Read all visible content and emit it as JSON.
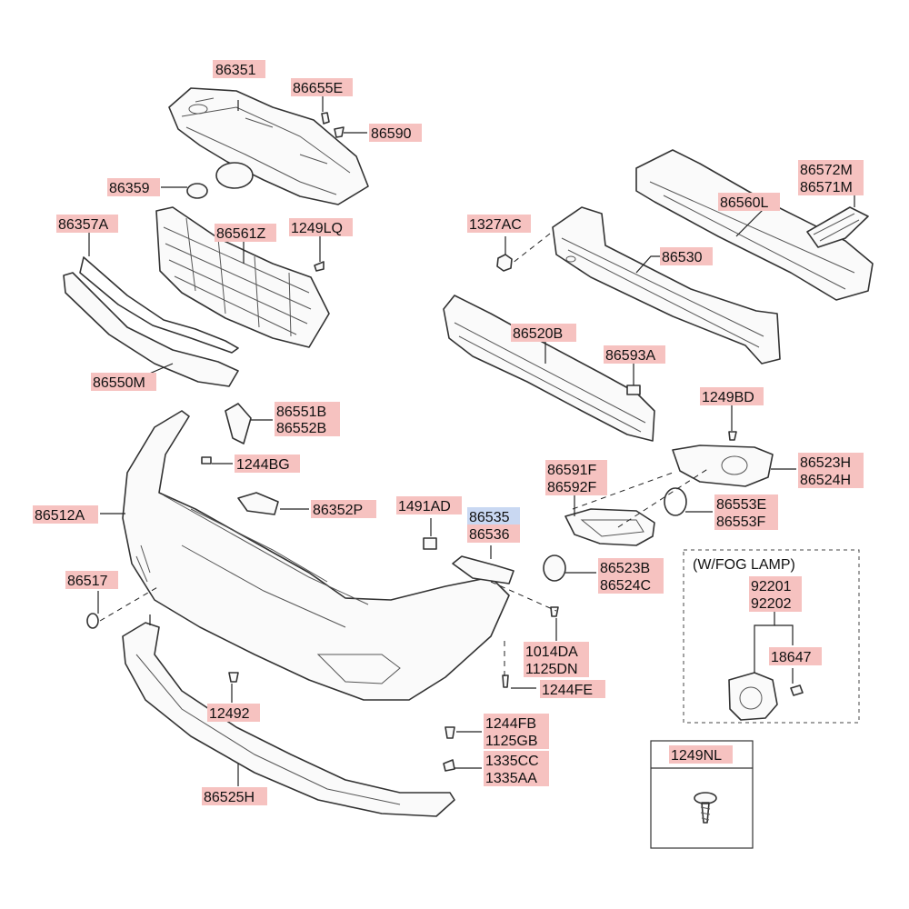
{
  "labels": [
    {
      "id": "l01",
      "text": "86351"
    },
    {
      "id": "l02",
      "text": "86655E"
    },
    {
      "id": "l03",
      "text": "86590"
    },
    {
      "id": "l04",
      "text": "86359"
    },
    {
      "id": "l05",
      "text": "86357A"
    },
    {
      "id": "l06",
      "text": "86561Z"
    },
    {
      "id": "l07",
      "text": "1249LQ"
    },
    {
      "id": "l08",
      "text": "86550M"
    },
    {
      "id": "l09",
      "text": "86572M"
    },
    {
      "id": "l10",
      "text": "86571M"
    },
    {
      "id": "l11",
      "text": "86560L"
    },
    {
      "id": "l12",
      "text": "1327AC"
    },
    {
      "id": "l13",
      "text": "86530"
    },
    {
      "id": "l14",
      "text": "86520B"
    },
    {
      "id": "l15",
      "text": "86593A"
    },
    {
      "id": "l16",
      "text": "1249BD"
    },
    {
      "id": "l17",
      "text": "86551B"
    },
    {
      "id": "l18",
      "text": "86552B"
    },
    {
      "id": "l19",
      "text": "1244BG"
    },
    {
      "id": "l20",
      "text": "86512A"
    },
    {
      "id": "l21",
      "text": "86352P"
    },
    {
      "id": "l22",
      "text": "1491AD"
    },
    {
      "id": "l23",
      "text": "86535",
      "highlight": "blue"
    },
    {
      "id": "l24",
      "text": "86536"
    },
    {
      "id": "l25",
      "text": "86591F"
    },
    {
      "id": "l26",
      "text": "86592F"
    },
    {
      "id": "l27",
      "text": "86523H"
    },
    {
      "id": "l28",
      "text": "86524H"
    },
    {
      "id": "l29",
      "text": "86553E"
    },
    {
      "id": "l30",
      "text": "86553F"
    },
    {
      "id": "l31",
      "text": "86517"
    },
    {
      "id": "l32",
      "text": "86523B"
    },
    {
      "id": "l33",
      "text": "86524C"
    },
    {
      "id": "l34",
      "text": "92201"
    },
    {
      "id": "l35",
      "text": "92202"
    },
    {
      "id": "l36",
      "text": "1014DA"
    },
    {
      "id": "l37",
      "text": "1125DN"
    },
    {
      "id": "l38",
      "text": "18647"
    },
    {
      "id": "l39",
      "text": "12492"
    },
    {
      "id": "l40",
      "text": "1244FE"
    },
    {
      "id": "l41",
      "text": "1244FB"
    },
    {
      "id": "l42",
      "text": "1125GB"
    },
    {
      "id": "l43",
      "text": "1335CC"
    },
    {
      "id": "l44",
      "text": "1335AA"
    },
    {
      "id": "l45",
      "text": "86525H"
    },
    {
      "id": "l46",
      "text": "1249NL"
    }
  ],
  "fog_lamp_note": "(W/FOG LAMP)",
  "colors": {
    "label_highlight": "#f6c2c0",
    "label_selected": "#c9d8f2",
    "line": "#333333"
  }
}
